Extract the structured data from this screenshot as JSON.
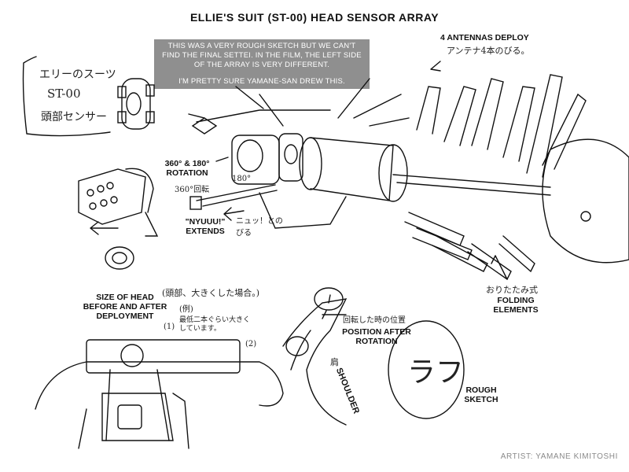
{
  "title": "ELLIE'S SUIT (ST-00) HEAD SENSOR ARRAY",
  "note": {
    "line1": "THIS WAS A VERY ROUGH SKETCH BUT WE CAN'T FIND THE FINAL SETTEI. IN THE FILM, THE LEFT SIDE OF THE ARRAY IS VERY DIFFERENT.",
    "line2": "I'M PRETTY SURE YAMANE-SAN DREW THIS."
  },
  "labels": {
    "antennas": "4 ANTENNAS DEPLOY",
    "rotation": "360° & 180° ROTATION",
    "nyuuu": "\"NYUUU!\" EXTENDS",
    "size_head": "SIZE OF HEAD BEFORE AND AFTER DEPLOYMENT",
    "position_rotation": "POSITION AFTER ROTATION",
    "shoulder": "SHOULDER",
    "folding": "FOLDING ELEMENTS",
    "rough_sketch": "ROUGH SKETCH"
  },
  "handwriting": {
    "jp_title_1": "エリーのスーツ",
    "jp_title_2": "ST-00",
    "jp_title_3": "頭部センサー",
    "antennas_jp": "アンテナ4本のびる。",
    "rotation_jp": "360°回転",
    "deg_180": "180°",
    "extends_jp": "ニュッ！とのびる",
    "size_jp": "(頭部、大きくした場合。)",
    "example_jp": "(例)",
    "num1": "(1)",
    "num2": "(2)",
    "size_note_jp": "最低二本ぐらい大きくしています。",
    "rotated_jp": "回転した時の位置",
    "shoulder_jp": "肩",
    "folding_jp": "おりたたみ式",
    "rough_jp": "ラフ"
  },
  "credit": "ARTIST: YAMANE KIMITOSHI"
}
